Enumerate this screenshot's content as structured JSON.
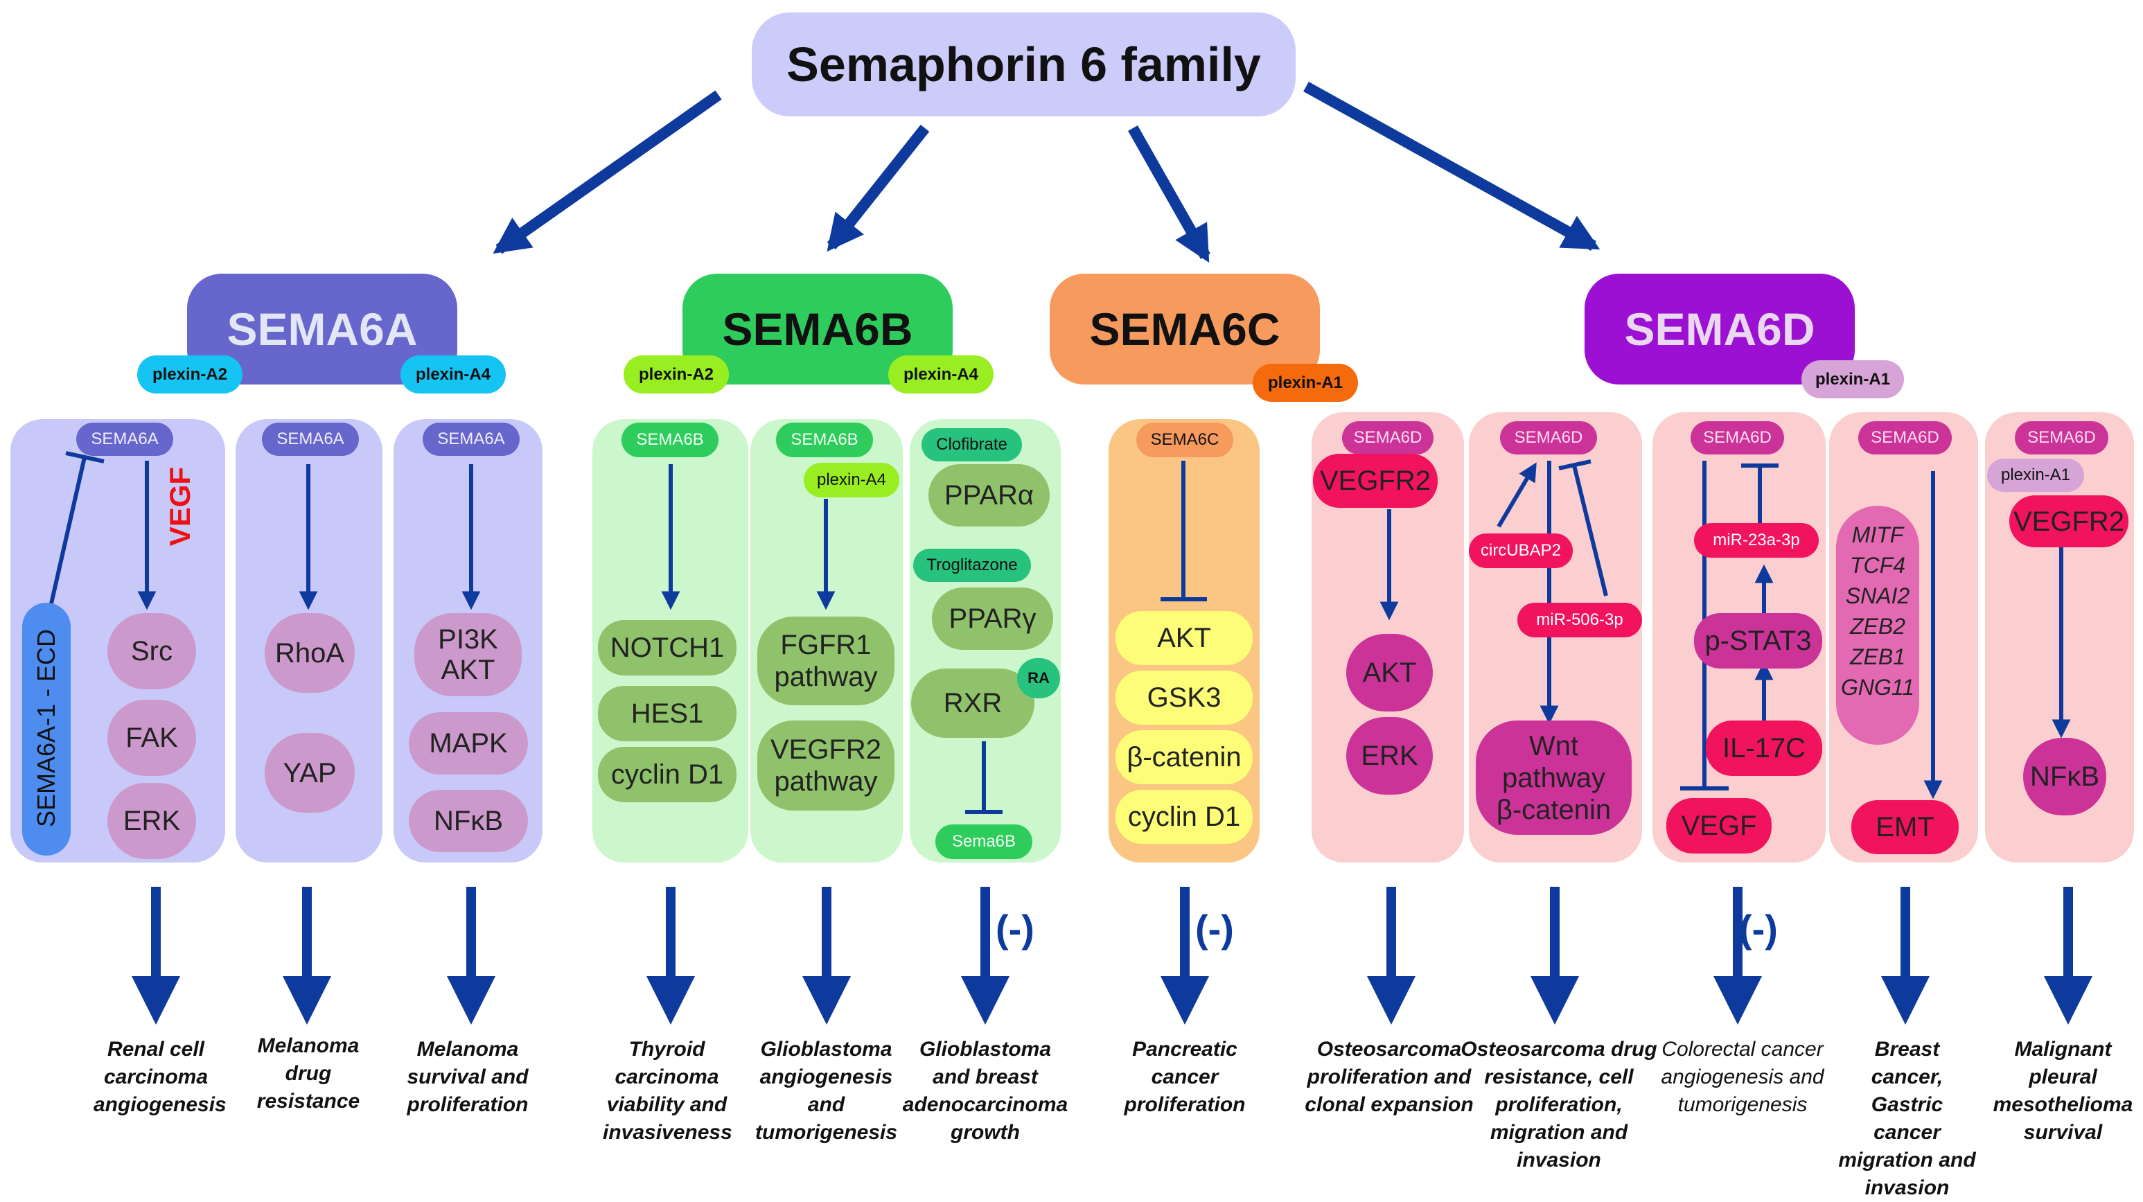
{
  "title": "Semaphorin 6 family",
  "members": {
    "a": {
      "name": "SEMA6A",
      "receptors": [
        "plexin-A2",
        "plexin-A4"
      ]
    },
    "b": {
      "name": "SEMA6B",
      "receptors": [
        "plexin-A2",
        "plexin-A4"
      ]
    },
    "c": {
      "name": "SEMA6C",
      "receptors": [
        "plexin-A1"
      ]
    },
    "d": {
      "name": "SEMA6D",
      "receptors": [
        "plexin-A1"
      ]
    }
  },
  "panels": {
    "a1": {
      "top": "SEMA6A",
      "ecd": "SEMA6A-1 - ECD",
      "vegf": "VEGF",
      "nodes": [
        "Src",
        "FAK",
        "ERK"
      ],
      "outcome": "Renal cell carcinoma angiogenesis"
    },
    "a2": {
      "top": "SEMA6A",
      "nodes": [
        "RhoA",
        "YAP"
      ],
      "outcome": "Melanoma drug resistance"
    },
    "a3": {
      "top": "SEMA6A",
      "nodes": [
        "PI3K\nAKT",
        "MAPK",
        "NFκB"
      ],
      "outcome": "Melanoma survival and proliferation"
    },
    "b1": {
      "top": "SEMA6B",
      "nodes": [
        "NOTCH1",
        "HES1",
        "cyclin D1"
      ],
      "outcome": "Thyroid carcinoma viability and invasiveness"
    },
    "b2": {
      "top": "SEMA6B",
      "receptor": "plexin-A4",
      "nodes": [
        "FGFR1\npathway",
        "VEGFR2\npathway"
      ],
      "outcome": "Glioblastoma angiogenesis and tumorigenesis"
    },
    "b3": {
      "drug1": "Clofibrate",
      "node1": "PPARα",
      "drug2": "Troglitazone",
      "node2": "PPARγ",
      "node3": "RXR",
      "ra": "RA",
      "bottom": "Sema6B",
      "neg": "(-)",
      "outcome": "Glioblastoma and breast adenocarcinoma growth"
    },
    "c1": {
      "top": "SEMA6C",
      "nodes": [
        "AKT",
        "GSK3",
        "β-catenin",
        "cyclin D1"
      ],
      "neg": "(-)",
      "outcome": "Pancreatic cancer proliferation"
    },
    "d1": {
      "top": "SEMA6D",
      "receptor": "VEGFR2",
      "nodes": [
        "AKT",
        "ERK"
      ],
      "outcome": "Osteosarcoma proliferation and clonal expansion"
    },
    "d2": {
      "top": "SEMA6D",
      "mirna1": "circUBAP2",
      "mirna2": "miR-506-3p",
      "node": "Wnt\npathway\nβ-catenin",
      "outcome": "Osteosarcoma drug resistance, cell proliferation, migration and invasion"
    },
    "d3": {
      "top": "SEMA6D",
      "mirna": "miR-23a-3p",
      "stat": "p-STAT3",
      "il": "IL-17C",
      "bottom": "VEGF",
      "neg": "(-)",
      "outcome": "Colorectal cancer angiogenesis and tumorigenesis"
    },
    "d4": {
      "top": "SEMA6D",
      "genes": [
        "MITF",
        "TCF4",
        "SNAI2",
        "ZEB2",
        "ZEB1",
        "GNG11"
      ],
      "bottom": "EMT",
      "outcome": "Breast cancer, Gastric cancer migration and invasion"
    },
    "d5": {
      "top": "SEMA6D",
      "receptor": "plexin-A1",
      "node1": "VEGFR2",
      "node2": "NFκB",
      "outcome": "Malignant pleural mesothelioma survival"
    }
  },
  "colors": {
    "arrow": "#0d3a9c",
    "sema6a": "#6666cc",
    "sema6b": "#2ecc5c",
    "sema6c": "#f79a5e",
    "sema6d": "#9b10d2",
    "plexin_cyan": "#15c4f2",
    "plexin_lime": "#99ee22",
    "plexin_orange": "#f46a0c",
    "plexin_pink": "#d7a4d8",
    "panel_a": "#c9c9f9",
    "panel_b": "#ccf7cc",
    "panel_c": "#fbc684",
    "panel_d": "#fbcfcf",
    "node_a": "#cc99cc",
    "node_b": "#8fc26a",
    "node_c": "#fdfd77",
    "node_d": "#cc3399",
    "mirna": "#f2135e",
    "vegf_text": "#ee1111"
  }
}
